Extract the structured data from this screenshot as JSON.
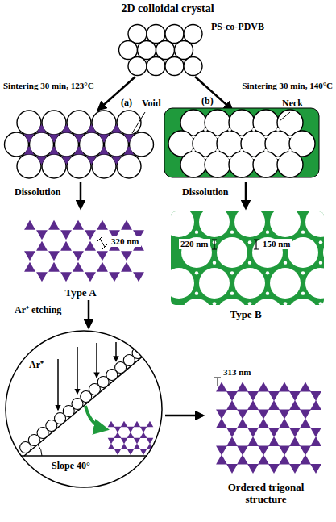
{
  "diagram": {
    "title": "2D colloidal crystal",
    "labels": [
      "PS-co-PDVB",
      "Sintering 30 min, 123°C",
      "(a)",
      "Sintering 30 min, 140°C",
      "(b)",
      "Void",
      "Neck",
      "Dissolution",
      "Dissolution",
      "320 nm",
      "220 nm",
      "150 nm",
      "Type A",
      "Type B",
      "Ar⁺ etching",
      "Ar⁺",
      "Slope 40°",
      "313 nm",
      "Ordered trigonal structure"
    ]
  }
}
